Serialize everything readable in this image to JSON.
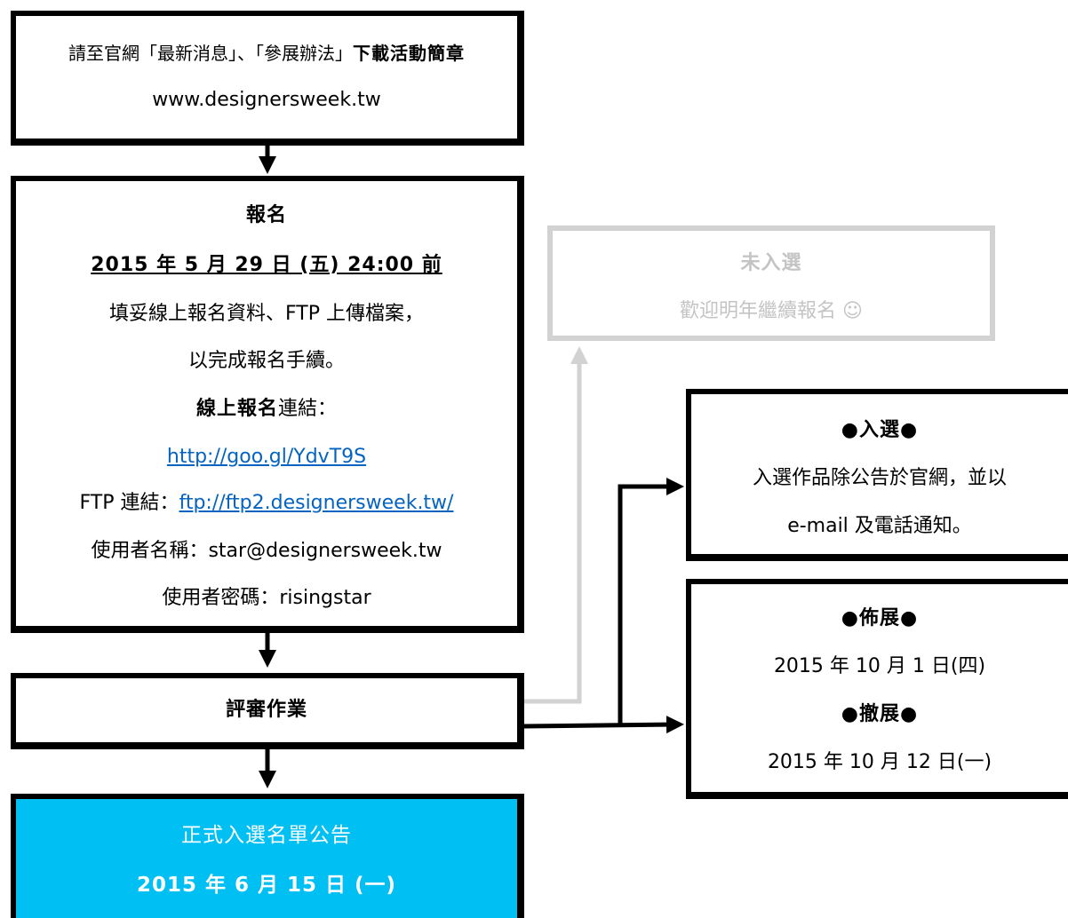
{
  "download": {
    "instruction_prefix": "請至官網「最新消息」、「參展辦法」",
    "instruction_bold": "下載活動簡章",
    "website": "www.designersweek.tw"
  },
  "register": {
    "title": "報名",
    "deadline": "2015 年 5 月 29 日 (五) 24:00 前",
    "line1": "填妥線上報名資料、FTP 上傳檔案，",
    "line2": "以完成報名手續。",
    "online_label_bold": "線上報名",
    "online_label_rest": "連結：",
    "online_url": "http://goo.gl/YdvT9S",
    "ftp_label": "FTP 連結：",
    "ftp_url": "ftp://ftp2.designersweek.tw/",
    "username": "使用者名稱：star@designersweek.tw",
    "password": "使用者密碼：risingstar"
  },
  "review": {
    "title": "評審作業"
  },
  "announce": {
    "title": "正式入選名單公告",
    "date": "2015 年 6 月 15 日 (一)"
  },
  "rejected": {
    "title": "未入選",
    "message": "歡迎明年繼續報名 ☺"
  },
  "selected": {
    "title": "●入選●",
    "line1": "入選作品除公告於官網，並以",
    "line2": "e-mail 及電話通知。"
  },
  "setup": {
    "setup_title": "●佈展●",
    "setup_date": "2015 年 10 月 1 日(四)",
    "teardown_title": "●撤展●",
    "teardown_date": "2015 年 10 月 12 日(一)"
  },
  "colors": {
    "announce_bg": "#00bff3",
    "rejected_gray": "#d2d2d2",
    "link_blue": "#0563c1"
  }
}
